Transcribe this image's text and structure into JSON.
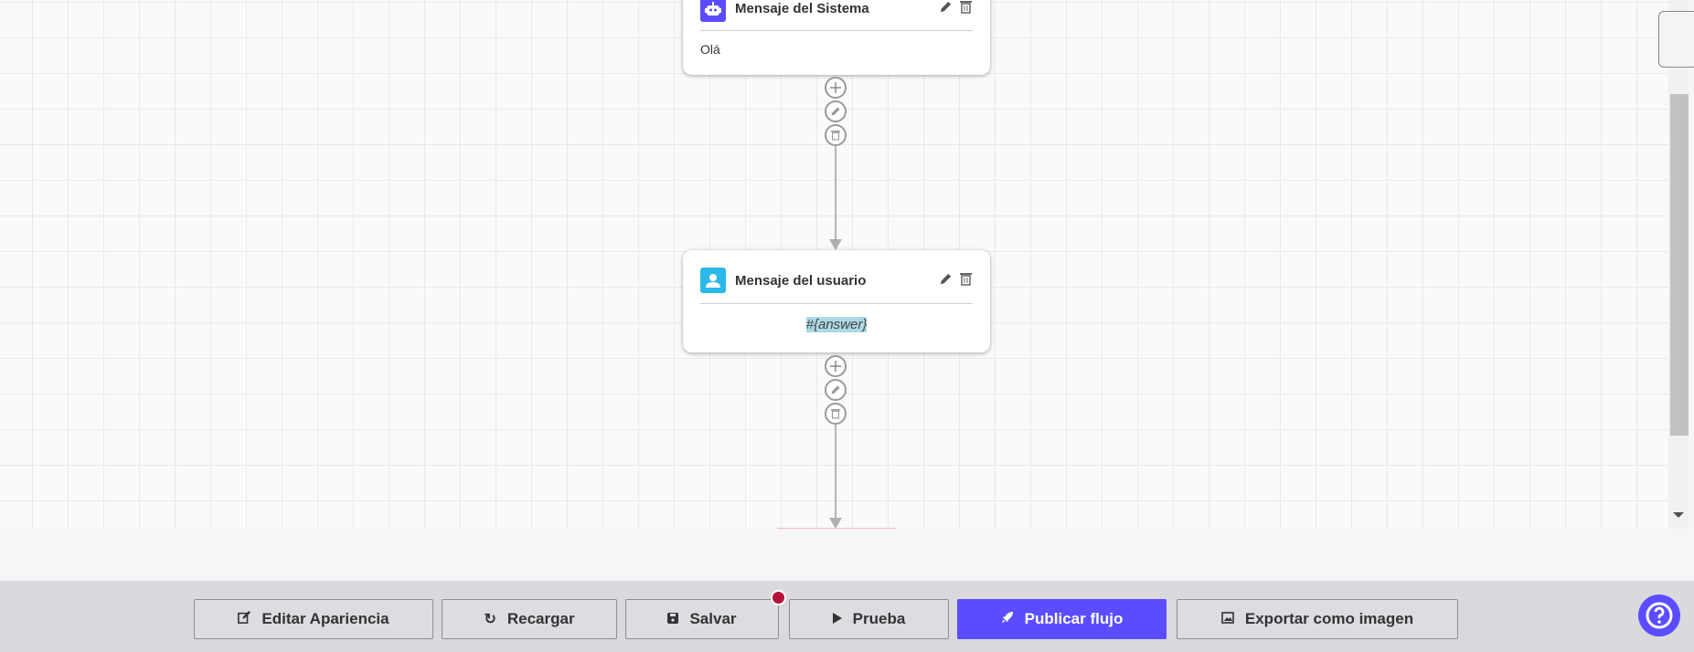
{
  "nodes": [
    {
      "title": "Mensaje del Sistema",
      "icon": "robot-icon",
      "icon_color": "#5b4dff",
      "body": "Olá"
    },
    {
      "title": "Mensaje del usuario",
      "icon": "user-icon",
      "icon_color": "#2bb8ea",
      "body": "#{answer}"
    }
  ],
  "toolbar": {
    "edit_appearance": "Editar Apariencia",
    "reload": "Recargar",
    "save": "Salvar",
    "test": "Prueba",
    "publish": "Publicar flujo",
    "export": "Exportar como imagen"
  },
  "colors": {
    "accent": "#5b4dff",
    "unsaved_badge": "#b3123a"
  }
}
